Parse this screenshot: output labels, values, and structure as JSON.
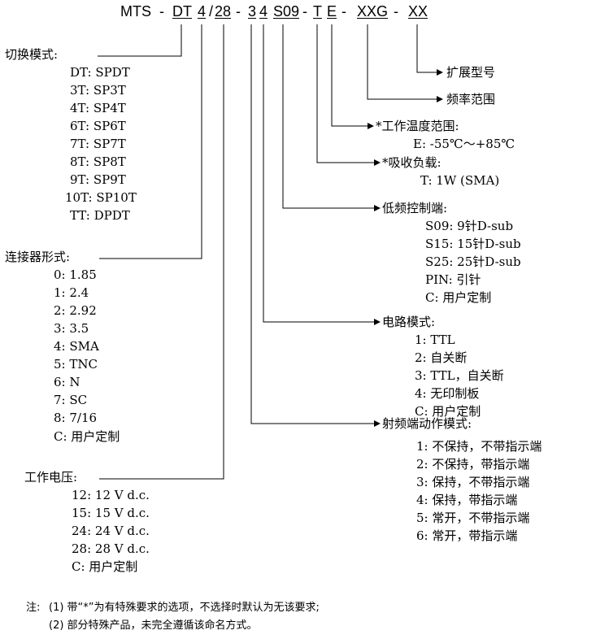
{
  "header": {
    "prefix": "MTS",
    "dash": "-",
    "slash": "/",
    "seg_dt": "DT",
    "seg_4": "4",
    "seg_28": "28",
    "seg_3": "3",
    "seg_4b": "4",
    "seg_s09": "S09",
    "seg_t": "T",
    "seg_e": "E",
    "seg_xxg": "XXG",
    "seg_xx": "XX"
  },
  "switch_mode": {
    "title": "切换模式:",
    "items": [
      "DT: SPDT",
      "3T: SP3T",
      "4T: SP4T",
      "6T: SP6T",
      "7T: SP7T",
      "8T: SP8T",
      "9T: SP9T",
      "10T: SP10T",
      "TT: DPDT"
    ]
  },
  "connector": {
    "title": "连接器形式:",
    "items": [
      "0: 1.85",
      "1: 2.4",
      "2: 2.92",
      "3: 3.5",
      "4: SMA",
      "5: TNC",
      "6: N",
      "7: SC",
      "8: 7/16",
      "C: 用户定制"
    ]
  },
  "voltage": {
    "title": "工作电压:",
    "items": [
      "12: 12 V d.c.",
      "15: 15 V d.c.",
      "24: 24 V d.c.",
      "28: 28 V d.c.",
      "C: 用户定制"
    ]
  },
  "ext_model": {
    "title": "扩展型号"
  },
  "freq_range": {
    "title": "频率范围"
  },
  "temp": {
    "title": "*工作温度范围:",
    "items": [
      "E: -55℃～+85℃"
    ]
  },
  "load": {
    "title": "*吸收负载:",
    "items": [
      "T: 1W (SMA)"
    ]
  },
  "lowfreq": {
    "title": "低频控制端:",
    "items": [
      "S09: 9针D-sub",
      "S15: 15针D-sub",
      "S25: 25针D-sub",
      "PIN: 引针",
      "C: 用户定制"
    ]
  },
  "circuit": {
    "title": "电路模式:",
    "items": [
      "1: TTL",
      "2: 自关断",
      "3: TTL，自关断",
      "4: 无印制板",
      "C: 用户定制"
    ]
  },
  "rf_action": {
    "title": "射频端动作模式:",
    "items": [
      "1: 不保持，不带指示端",
      "2: 不保持，带指示端",
      "3: 保持，不带指示端",
      "4: 保持，带指示端",
      "5: 常开，不带指示端",
      "6: 常开，带指示端"
    ]
  },
  "notes": {
    "label": "注:",
    "line1": "(1) 带“*”为有特殊要求的选项，不选择时默认为无该要求;",
    "line2": "(2) 部分特殊产品，未完全遵循该命名方式。"
  }
}
